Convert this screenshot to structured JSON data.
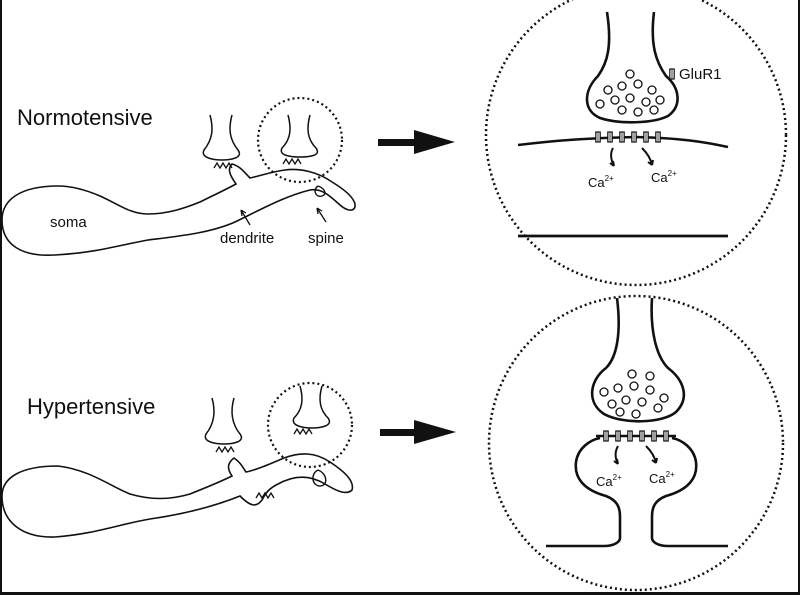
{
  "panels": {
    "top": {
      "title": "Normotensive",
      "labels": {
        "soma": "soma",
        "dendrite": "dendrite",
        "spine": "spine"
      },
      "zoom": {
        "legend": "GluR1",
        "ion_left": "Ca",
        "ion_right": "Ca",
        "ion_charge": "2+"
      }
    },
    "bottom": {
      "title": "Hypertensive",
      "zoom": {
        "ion_left": "Ca",
        "ion_right": "Ca",
        "ion_charge": "2+"
      }
    }
  },
  "icons": [
    "right-arrow-icon",
    "glur1-receptor-icon"
  ],
  "colors": {
    "line": "#111111",
    "background": "#ffffff"
  }
}
